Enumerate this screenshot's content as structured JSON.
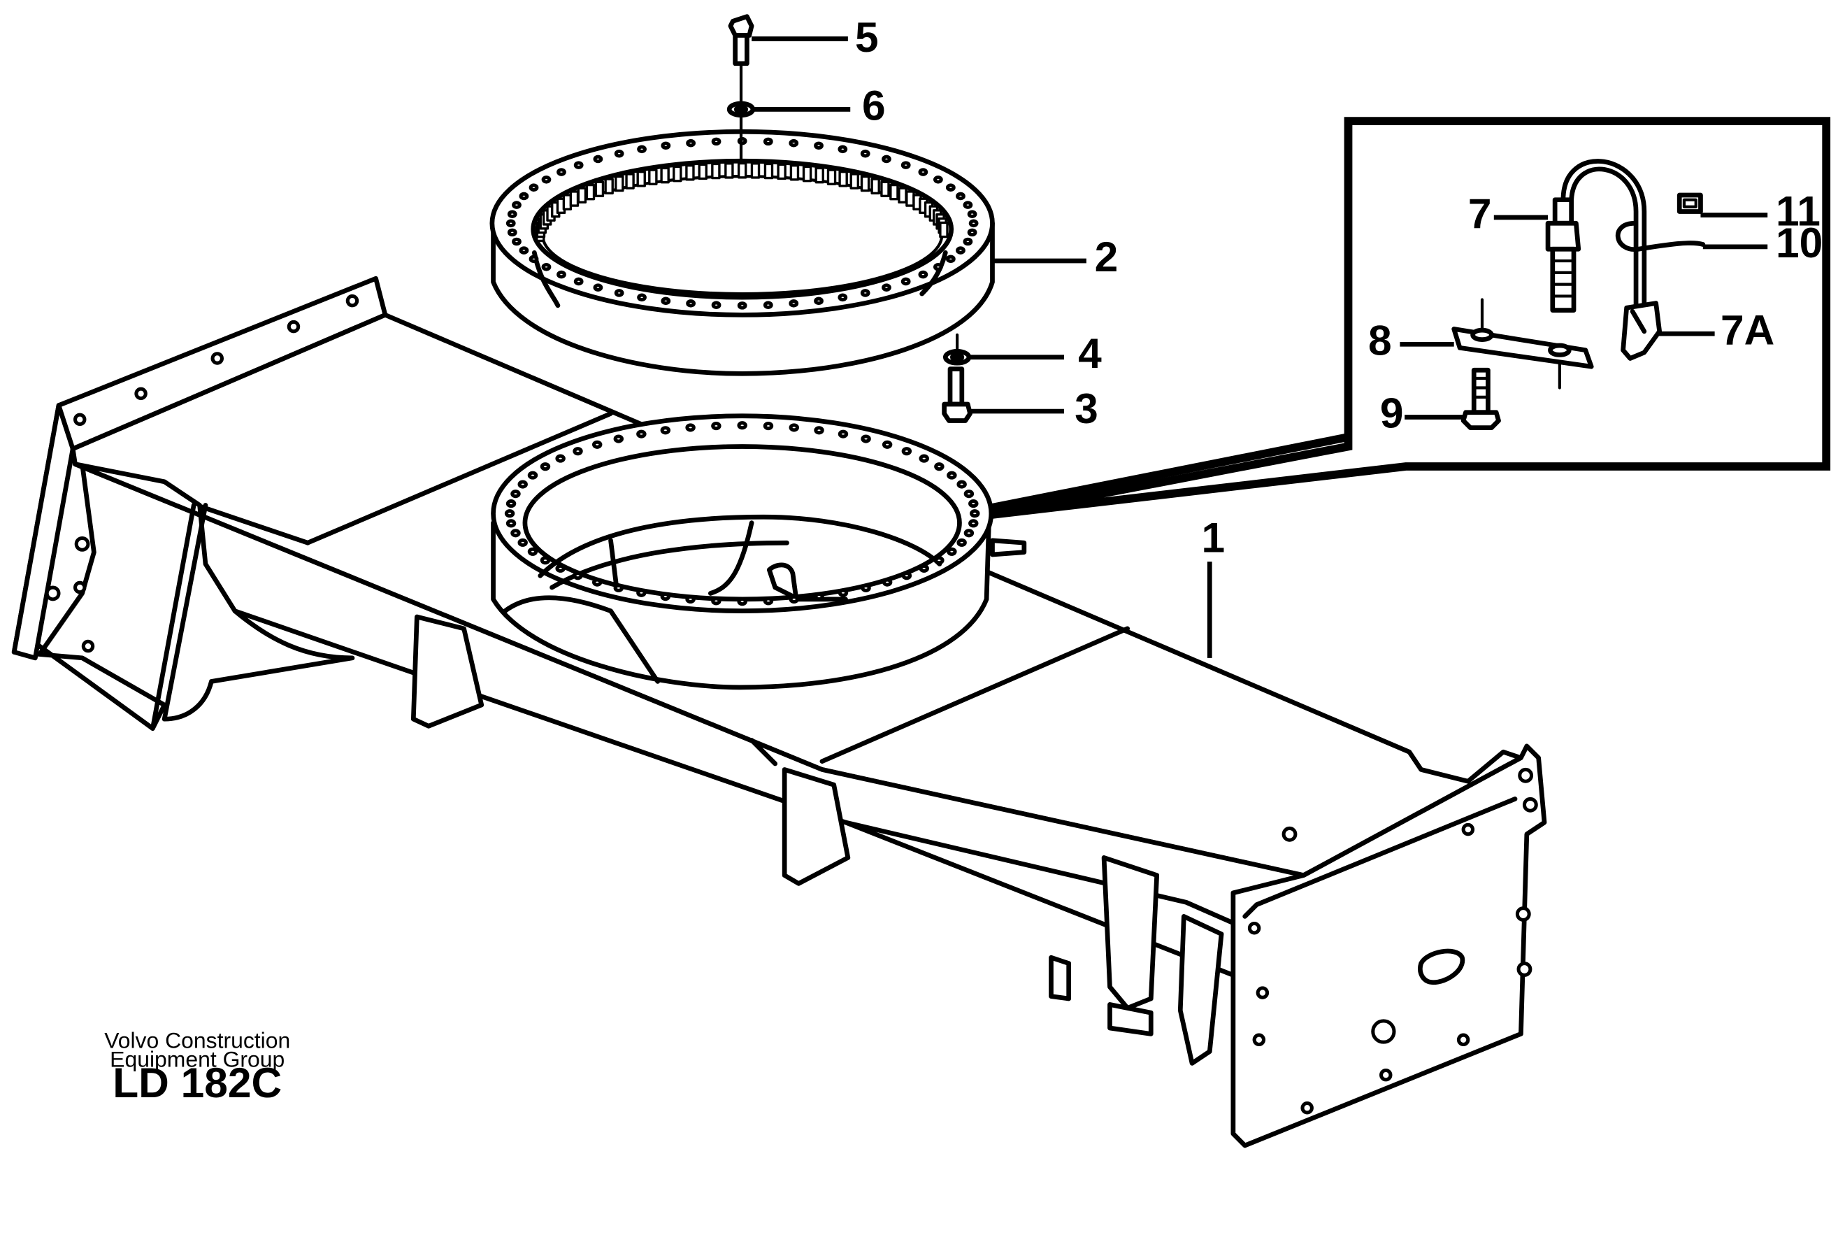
{
  "diagram": {
    "callouts": {
      "c1": "1",
      "c2": "2",
      "c3": "3",
      "c4": "4",
      "c5": "5",
      "c6": "6",
      "c7": "7",
      "c7a": "7A",
      "c8": "8",
      "c9": "9",
      "c10": "10",
      "c11": "11"
    },
    "credit": {
      "line1": "Volvo Construction",
      "line2": "Equipment Group"
    },
    "drawing_code": "LD 182C"
  }
}
